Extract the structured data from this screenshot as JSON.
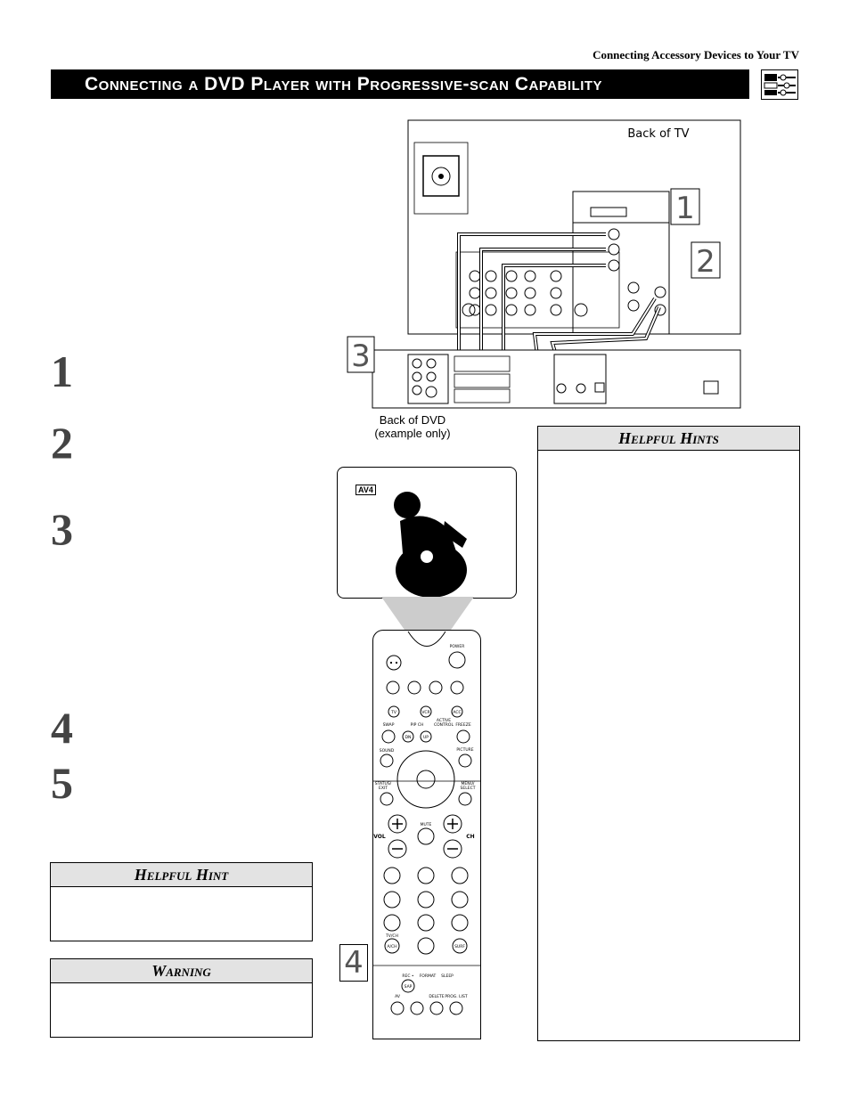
{
  "header": {
    "section_title": "Connecting Accessory Devices to Your TV"
  },
  "title": {
    "text": "Connecting a DVD Player with Progressive-scan Capability"
  },
  "steps": {
    "n1": "1",
    "n2": "2",
    "n3": "3",
    "n4": "4",
    "n5": "5"
  },
  "diagram": {
    "back_of_tv": "Back of TV",
    "back_of_dvd_line1": "Back of DVD",
    "back_of_dvd_line2": "(example only)",
    "callouts": [
      "1",
      "2",
      "3",
      "4"
    ],
    "screen_badge": "AV4"
  },
  "boxes": {
    "helpful_hint": "Helpful Hint",
    "warning": "Warning",
    "helpful_hints": "Helpful Hints"
  },
  "remote": {
    "power": "POWER",
    "tv": "TV",
    "vcr": "VCR",
    "acc": "ACC",
    "swap": "SWAP",
    "pip_ch": "PIP CH",
    "active_control_1": "ACTIVE",
    "active_control_2": "CONTROL",
    "freeze": "FREEZE",
    "dn": "DN",
    "up": "UP",
    "sound": "SOUND",
    "picture": "PICTURE",
    "status_exit_1": "STATUS/",
    "status_exit_2": "EXIT",
    "menu_select_1": "MENU/",
    "menu_select_2": "SELECT",
    "mute": "MUTE",
    "vol": "VOL",
    "ch": "CH",
    "tv_ch_1": "TV/CH",
    "a_ch": "A/CH",
    "surf": "SURF",
    "rec": "REC •",
    "format": "FORMAT",
    "sleep": "SLEEP",
    "sap": "SAP",
    "av": "AV",
    "delete": "DELETE",
    "prog_list": "PROG. LIST"
  }
}
